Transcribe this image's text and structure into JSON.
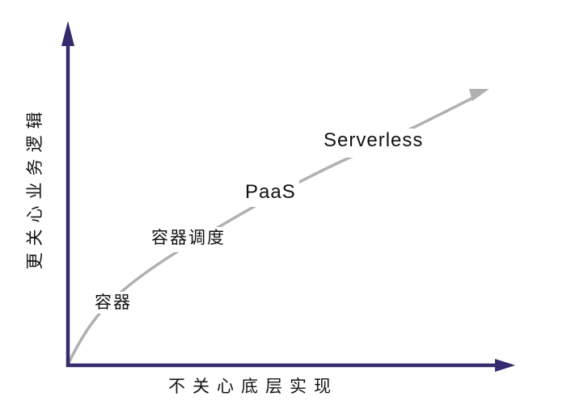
{
  "chart_data": {
    "type": "line",
    "title": "",
    "xlabel": "不关心底层实现",
    "ylabel": "更关心业务逻辑",
    "x_axis": {
      "min": 0,
      "max": 1,
      "ticks": [],
      "arrow": true
    },
    "y_axis": {
      "min": 0,
      "max": 1,
      "ticks": [],
      "arrow": true
    },
    "grid": false,
    "legend": "none",
    "series": [
      {
        "name": "abstraction-growth-curve",
        "shape": "concave-increasing, ends in arrowhead",
        "points": [
          [
            0.0,
            0.0
          ],
          [
            0.09,
            0.18
          ],
          [
            0.23,
            0.32
          ],
          [
            0.39,
            0.46
          ],
          [
            0.55,
            0.57
          ],
          [
            0.76,
            0.71
          ],
          [
            0.94,
            0.81
          ]
        ]
      }
    ],
    "annotations": [
      {
        "label": "容器",
        "x": 0.07,
        "y": 0.17
      },
      {
        "label": "容器调度",
        "x": 0.2,
        "y": 0.36
      },
      {
        "label": "PaaS",
        "x": 0.4,
        "y": 0.5
      },
      {
        "label": "Serverless",
        "x": 0.58,
        "y": 0.67
      }
    ]
  },
  "colors": {
    "axis": "#352a6e",
    "curve": "#b0b0b0",
    "text": "#111111",
    "background": "#ffffff"
  }
}
